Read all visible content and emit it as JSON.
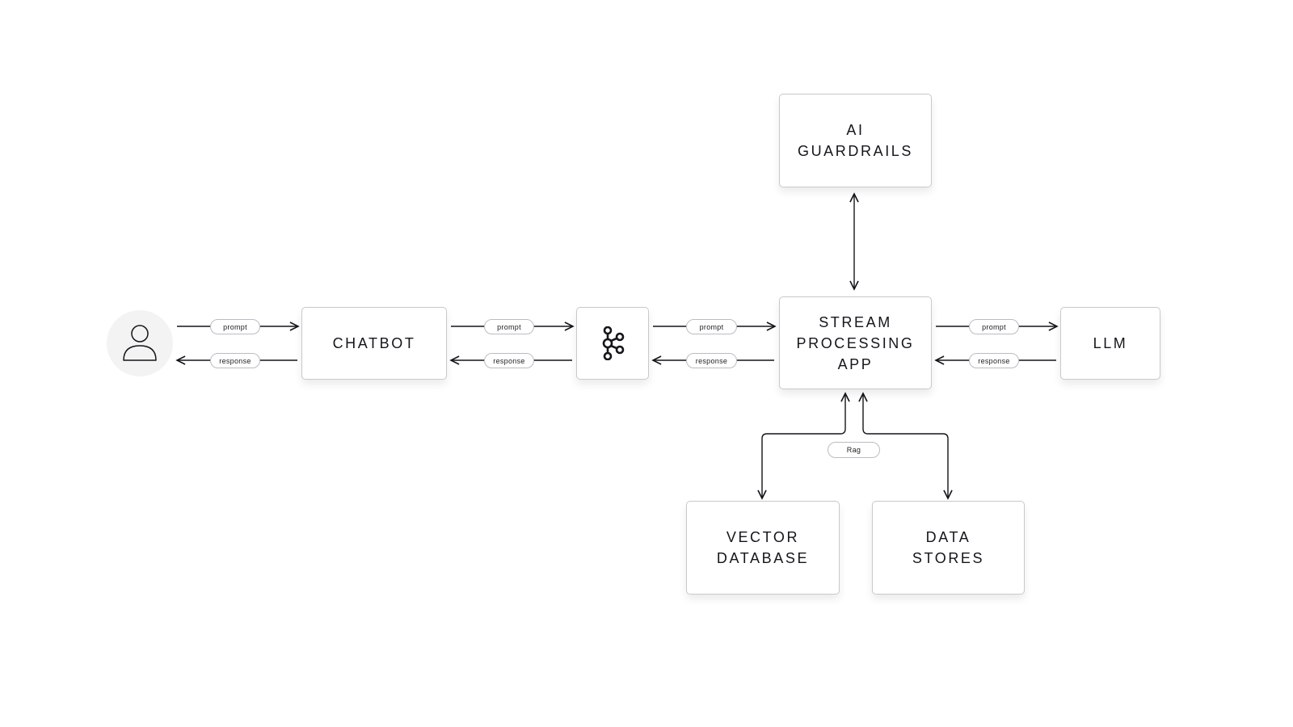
{
  "nodes": {
    "user": {
      "icon": "user-icon"
    },
    "chatbot": "CHATBOT",
    "kafka": {
      "icon": "kafka-icon"
    },
    "stream": "STREAM\nPROCESSING\nAPP",
    "guardrails": "AI\nGUARDRAILS",
    "llm": "LLM",
    "vector_db": "VECTOR\nDATABASE",
    "data_stores": "DATA\nSTORES"
  },
  "edges": {
    "prompt": "prompt",
    "response": "response",
    "rag": "Rag"
  },
  "colors": {
    "line": "#15151a",
    "border": "#c9c9cc",
    "user_bg": "#f3f3f3"
  }
}
